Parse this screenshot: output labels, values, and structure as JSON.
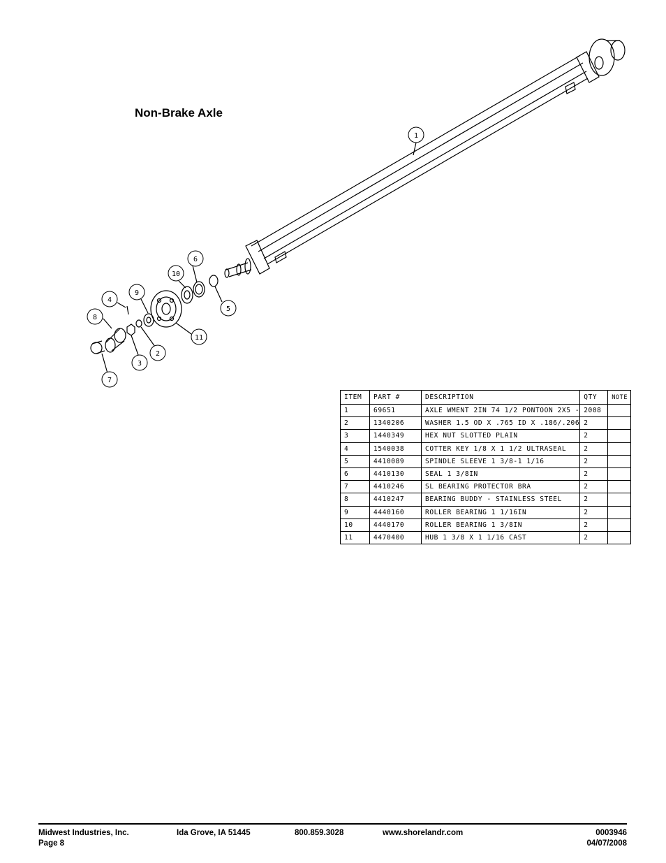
{
  "page": {
    "title": "Non-Brake Axle"
  },
  "callouts": [
    {
      "num": "1"
    },
    {
      "num": "2"
    },
    {
      "num": "3"
    },
    {
      "num": "4"
    },
    {
      "num": "5"
    },
    {
      "num": "6"
    },
    {
      "num": "7"
    },
    {
      "num": "8"
    },
    {
      "num": "9"
    },
    {
      "num": "10"
    },
    {
      "num": "11"
    }
  ],
  "table": {
    "headers": [
      "ITEM",
      "PART #",
      "DESCRIPTION",
      "QTY",
      "NOTE"
    ],
    "rows": [
      {
        "item": "1",
        "part": "69651",
        "description": "AXLE WMENT 2IN  74 1/2 PONTOON 2X5 -",
        "qty": "2008",
        "note": ""
      },
      {
        "item": "2",
        "part": "1340206",
        "description": "WASHER 1.5 OD X .765 ID X .186/.206",
        "qty": "2",
        "note": ""
      },
      {
        "item": "3",
        "part": "1440349",
        "description": "HEX NUT SLOTTED PLAIN",
        "qty": "2",
        "note": ""
      },
      {
        "item": "4",
        "part": "1540038",
        "description": "COTTER KEY 1/8 X 1 1/2 ULTRASEAL",
        "qty": "2",
        "note": ""
      },
      {
        "item": "5",
        "part": "4410089",
        "description": "SPINDLE SLEEVE  1 3/8-1 1/16",
        "qty": "2",
        "note": ""
      },
      {
        "item": "6",
        "part": "4410130",
        "description": "SEAL  1 3/8IN",
        "qty": "2",
        "note": ""
      },
      {
        "item": "7",
        "part": "4410246",
        "description": "SL BEARING PROTECTOR BRA",
        "qty": "2",
        "note": ""
      },
      {
        "item": "8",
        "part": "4410247",
        "description": "BEARING BUDDY - STAINLESS STEEL",
        "qty": "2",
        "note": ""
      },
      {
        "item": "9",
        "part": "4440160",
        "description": "ROLLER BEARING   1 1/16IN",
        "qty": "2",
        "note": ""
      },
      {
        "item": "10",
        "part": "4440170",
        "description": "ROLLER BEARING   1 3/8IN",
        "qty": "2",
        "note": ""
      },
      {
        "item": "11",
        "part": "4470400",
        "description": "HUB   1 3/8 X 1 1/16 CAST",
        "qty": "2",
        "note": ""
      }
    ]
  },
  "footer": {
    "company": "Midwest Industries, Inc.",
    "page": "Page 8",
    "location": "Ida Grove, IA  51445",
    "phone": "800.859.3028",
    "website": "www.shorelandr.com",
    "doc_number": "0003946",
    "date": "04/07/2008"
  }
}
